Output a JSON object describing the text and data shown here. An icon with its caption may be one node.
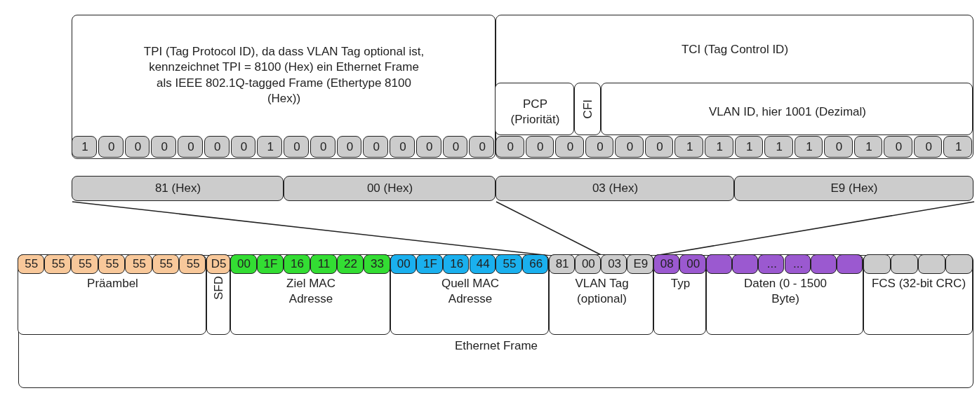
{
  "diagram": {
    "nodes": [
      {
        "text": [
          "TPI (Tag Protocol ID), da dass VLAN Tag optional ist, kennzeichnet TPI = 8100 (Hex) ein Ethernet Frame als IEEE 802.1Q-tagged Frame (Ethertype 8100 (Hex))"
        ]
      },
      {
        "text": [
          "TCI (Tag Control ID)"
        ]
      },
      {
        "text": [
          "PCP (Priorität)"
        ],
        "in": 1
      },
      {
        "text": [
          "CFI"
        ],
        "in": 1
      },
      {
        "text": [
          "VLAN ID, hier 1001 (Dezimal)"
        ],
        "in": 1
      },
      {
        "text": [
          "1"
        ],
        "in": 0
      },
      {
        "text": [
          "0"
        ],
        "in": 0
      },
      {
        "text": [
          "0"
        ],
        "in": 0
      },
      {
        "text": [
          "0"
        ],
        "in": 0
      },
      {
        "text": [
          "0"
        ],
        "in": 0
      },
      {
        "text": [
          "0"
        ],
        "in": 0
      },
      {
        "text": [
          "0"
        ],
        "in": 0
      },
      {
        "text": [
          "1"
        ],
        "in": 0
      },
      {
        "text": [
          "0"
        ],
        "in": 0
      },
      {
        "text": [
          "0"
        ],
        "in": 0
      },
      {
        "text": [
          "0"
        ],
        "in": 0
      },
      {
        "text": [
          "0"
        ],
        "in": 0
      },
      {
        "text": [
          "0"
        ],
        "in": 0
      },
      {
        "text": [
          "0"
        ],
        "in": 0
      },
      {
        "text": [
          "0"
        ],
        "in": 0
      },
      {
        "text": [
          "0"
        ],
        "in": 0
      },
      {
        "text": [
          "0"
        ],
        "in": 1
      },
      {
        "text": [
          "0"
        ],
        "in": 1
      },
      {
        "text": [
          "0"
        ],
        "in": 1
      },
      {
        "text": [
          "0"
        ],
        "in": 1
      },
      {
        "text": [
          "0"
        ],
        "in": 1
      },
      {
        "text": [
          "0"
        ],
        "in": 1
      },
      {
        "text": [
          "1"
        ],
        "in": 1
      },
      {
        "text": [
          "1"
        ],
        "in": 1
      },
      {
        "text": [
          "1"
        ],
        "in": 1
      },
      {
        "text": [
          "1"
        ],
        "in": 1
      },
      {
        "text": [
          "1"
        ],
        "in": 1
      },
      {
        "text": [
          "0"
        ],
        "in": 1
      },
      {
        "text": [
          "1"
        ],
        "in": 1
      },
      {
        "text": [
          "0"
        ],
        "in": 1
      },
      {
        "text": [
          "0"
        ],
        "in": 1
      },
      {
        "text": [
          "1"
        ],
        "in": 1
      },
      {
        "text": [
          "81 (Hex)"
        ]
      },
      {
        "text": [
          "00 (Hex)"
        ]
      },
      {
        "text": [
          "03 (Hex)"
        ]
      },
      {
        "text": [
          "E9 (Hex)"
        ]
      },
      {
        "text": [
          "Ethernet Frame"
        ]
      },
      {
        "text": [
          "Präambel"
        ],
        "in": 41
      },
      {
        "text": [
          "SFD"
        ],
        "in": 41
      },
      {
        "text": [
          "Ziel MAC Adresse"
        ],
        "in": 41
      },
      {
        "text": [
          "Quell MAC Adresse"
        ],
        "in": 41
      },
      {
        "text": [
          "VLAN Tag (optional)"
        ],
        "in": 41
      },
      {
        "text": [
          "Typ"
        ],
        "in": 41
      },
      {
        "text": [
          "Daten (0 - 1500 Byte)"
        ],
        "in": 41
      },
      {
        "text": [
          "FCS (32-bit CRC)"
        ],
        "in": 41
      },
      {
        "text": [
          "55"
        ],
        "in": 42
      },
      {
        "text": [
          "55"
        ],
        "in": 42
      },
      {
        "text": [
          "55"
        ],
        "in": 42
      },
      {
        "text": [
          "55"
        ],
        "in": 42
      },
      {
        "text": [
          "55"
        ],
        "in": 42
      },
      {
        "text": [
          "55"
        ],
        "in": 42
      },
      {
        "text": [
          "55"
        ],
        "in": 42
      },
      {
        "text": [
          "D5"
        ],
        "in": 43
      },
      {
        "text": [
          "00"
        ],
        "in": 44
      },
      {
        "text": [
          "1F"
        ],
        "in": 44
      },
      {
        "text": [
          "16"
        ],
        "in": 44
      },
      {
        "text": [
          "11"
        ],
        "in": 44
      },
      {
        "text": [
          "22"
        ],
        "in": 44
      },
      {
        "text": [
          "33"
        ],
        "in": 44
      },
      {
        "text": [
          "00"
        ],
        "in": 45
      },
      {
        "text": [
          "1F"
        ],
        "in": 45
      },
      {
        "text": [
          "16"
        ],
        "in": 45
      },
      {
        "text": [
          "44"
        ],
        "in": 45
      },
      {
        "text": [
          "55"
        ],
        "in": 45
      },
      {
        "text": [
          "66"
        ],
        "in": 45
      },
      {
        "text": [
          "81"
        ],
        "in": 46
      },
      {
        "text": [
          "00"
        ],
        "in": 46
      },
      {
        "text": [
          "03"
        ],
        "in": 46
      },
      {
        "text": [
          "E9"
        ],
        "in": 46
      },
      {
        "text": [
          "08"
        ],
        "in": 47
      },
      {
        "text": [
          "00"
        ],
        "in": 47
      },
      {
        "text": [],
        "shape": "box",
        "in": 48
      },
      {
        "text": [],
        "shape": "box",
        "in": 48
      },
      {
        "text": [
          "..."
        ],
        "in": 48
      },
      {
        "text": [
          "..."
        ],
        "in": 48
      },
      {
        "text": [],
        "shape": "box",
        "in": 48
      },
      {
        "text": [],
        "shape": "box",
        "in": 48
      },
      {
        "text": [],
        "shape": "box",
        "in": 49
      },
      {
        "text": [],
        "shape": "box",
        "in": 49
      },
      {
        "text": [],
        "shape": "box",
        "in": 49
      },
      {
        "text": [],
        "shape": "box",
        "in": 49
      }
    ],
    "edges": [
      {
        "from": 37,
        "to": 70,
        "arrow": "none"
      },
      {
        "from": 38,
        "to": 71,
        "arrow": "none"
      },
      {
        "from": 40,
        "to": 73,
        "arrow": "none"
      }
    ]
  }
}
